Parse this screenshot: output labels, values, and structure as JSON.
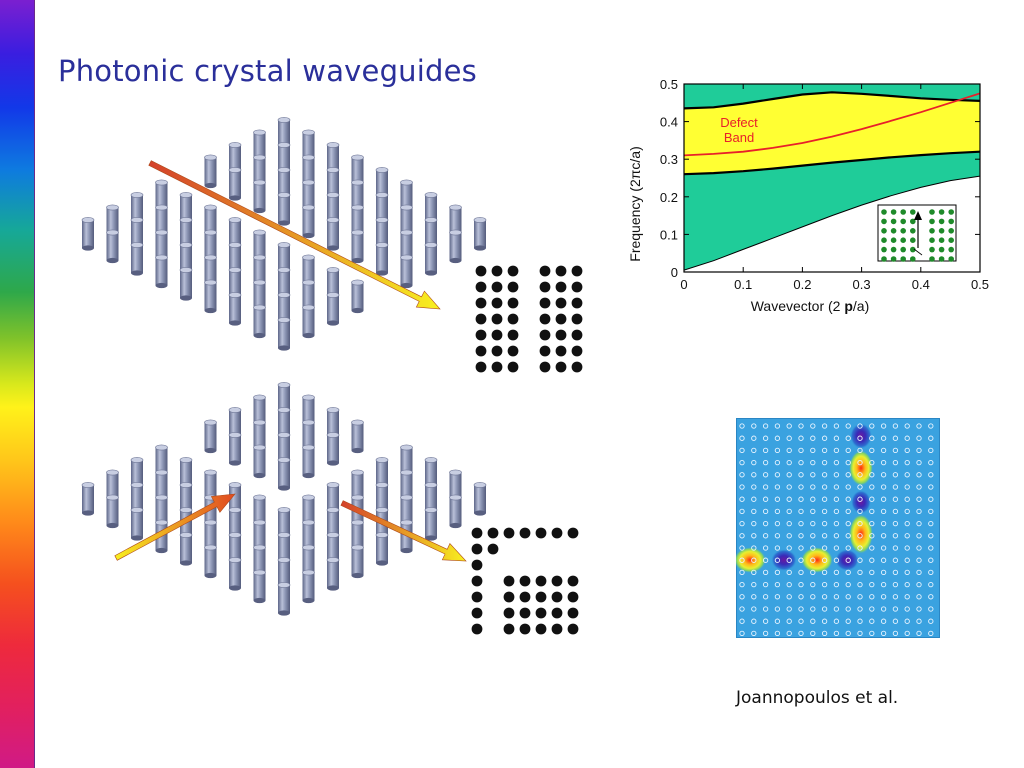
{
  "slide": {
    "title": "Photonic crystal waveguides",
    "citation": "Joannopoulos et al."
  },
  "colors": {
    "title": "#2a2f9a",
    "rod": "#8a94b4",
    "gap_band": "#ffff33",
    "bulk_band": "#1fcc99",
    "defect_band": "#e8202a",
    "arrow_start": "#d4402a",
    "arrow_end": "#f8f020",
    "field_background": "#3aa2e0"
  },
  "band_diagram": {
    "ylabel": "Frequency (2πc/a)",
    "xlabel_prefix": "Wavevector (2 ",
    "xlabel_symbol": "p",
    "xlabel_suffix": "/a)",
    "defect_label_line1": "Defect",
    "defect_label_line2": "Band"
  },
  "chart_data": {
    "type": "line",
    "xlabel": "Wavevector (2 p/a)",
    "ylabel": "Frequency (2πc/a)",
    "xlim": [
      0,
      0.5
    ],
    "ylim": [
      0,
      0.5
    ],
    "xticks": [
      0,
      0.1,
      0.2,
      0.3,
      0.4,
      0.5
    ],
    "yticks": [
      0,
      0.1,
      0.2,
      0.3,
      0.4,
      0.5
    ],
    "x_tick_labels": [
      "0",
      "0.1",
      "0.2",
      "0.3",
      "0.4",
      "0.5"
    ],
    "y_tick_labels": [
      "0",
      "0.1",
      "0.2",
      "0.3",
      "0.4",
      "0.5"
    ],
    "grid": false,
    "series": [
      {
        "x": [
          0,
          0.05,
          0.1,
          0.15,
          0.2,
          0.25,
          0.3,
          0.35,
          0.4,
          0.45,
          0.5
        ],
        "values": [
          0.435,
          0.438,
          0.448,
          0.46,
          0.472,
          0.478,
          0.474,
          0.468,
          0.462,
          0.458,
          0.455
        ]
      },
      {
        "x": [
          0,
          0.05,
          0.1,
          0.15,
          0.2,
          0.25,
          0.3,
          0.35,
          0.4,
          0.45,
          0.5
        ],
        "values": [
          0.26,
          0.263,
          0.268,
          0.275,
          0.283,
          0.291,
          0.298,
          0.305,
          0.311,
          0.316,
          0.32
        ]
      },
      {
        "x": [
          0,
          0.05,
          0.1,
          0.15,
          0.2,
          0.25,
          0.3,
          0.35,
          0.4,
          0.45,
          0.5
        ],
        "values": [
          0.005,
          0.03,
          0.06,
          0.09,
          0.12,
          0.15,
          0.178,
          0.203,
          0.225,
          0.243,
          0.255
        ]
      },
      {
        "x": [
          0,
          0.05,
          0.1,
          0.15,
          0.2,
          0.25,
          0.3,
          0.35,
          0.4,
          0.45,
          0.5
        ],
        "values": [
          0.31,
          0.314,
          0.32,
          0.33,
          0.343,
          0.36,
          0.38,
          0.402,
          0.425,
          0.45,
          0.475
        ]
      }
    ]
  }
}
